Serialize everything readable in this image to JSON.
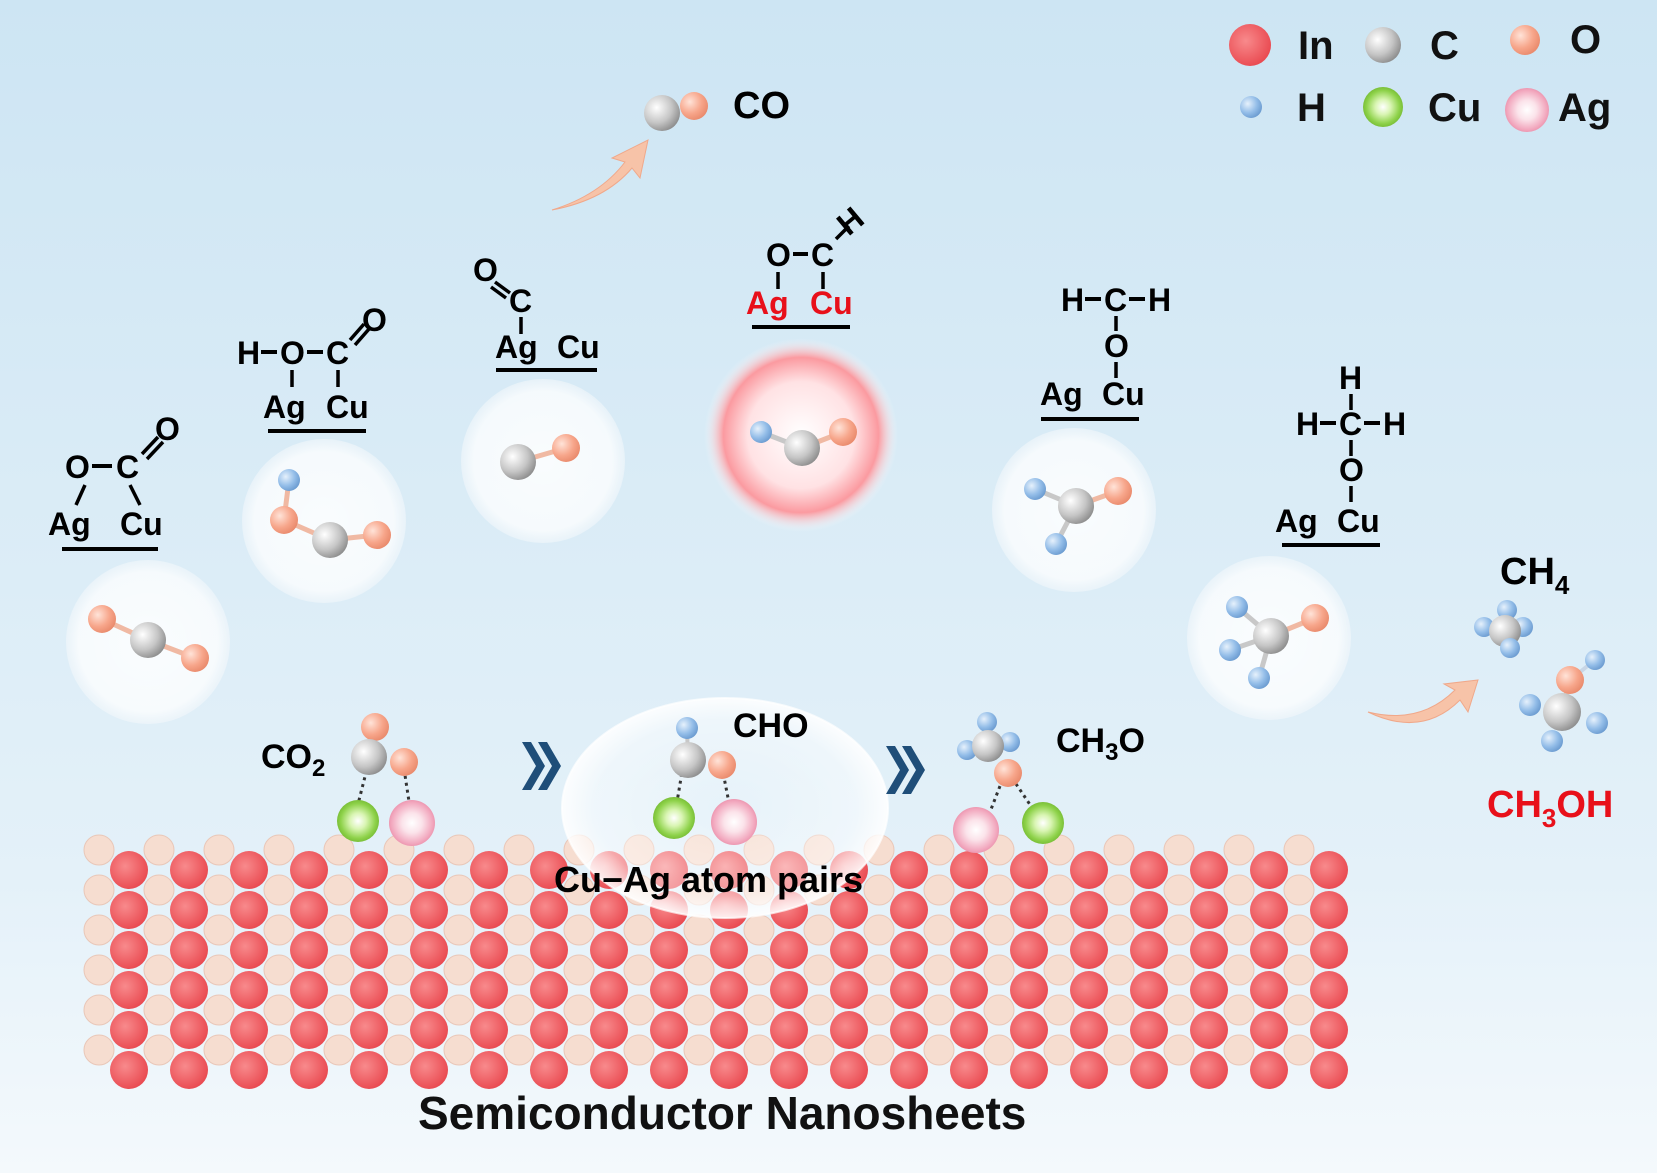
{
  "legend": [
    {
      "atom": "In",
      "label": "In",
      "color": "#ee5a5f"
    },
    {
      "atom": "C",
      "label": "C",
      "color": "#c8c8c8"
    },
    {
      "atom": "O",
      "label": "O",
      "color": "#f6a98f"
    },
    {
      "atom": "H",
      "label": "H",
      "color": "#8fb9e6"
    },
    {
      "atom": "Cu",
      "label": "Cu",
      "color": "#8fd24c"
    },
    {
      "atom": "Ag",
      "label": "Ag",
      "color": "#f4b7c8"
    }
  ],
  "products": {
    "co": "CO",
    "ch4_main": "CH",
    "ch4_sub": "4",
    "ch3oh_pre": "CH",
    "ch3oh_sub": "3",
    "ch3oh_post": "OH"
  },
  "species": {
    "co2_main": "CO",
    "co2_sub": "2",
    "cho": "CHO",
    "ch3o_pre": "CH",
    "ch3o_sub": "3",
    "ch3o_post": "O"
  },
  "sites": {
    "ag": "Ag",
    "cu": "Cu"
  },
  "atoms": {
    "o": "O",
    "c": "C",
    "h": "H"
  },
  "labels": {
    "pairs": "Cu−Ag atom pairs",
    "substrate": "Semiconductor Nanosheets"
  },
  "colors": {
    "background_top": "#cfe6f3",
    "background_bottom": "#f2f8fc",
    "in_atom": "#ee5a5f",
    "lattice_pale": "#f6ddd0",
    "highlight": "#e8101a",
    "arrow": "#f7c3a8",
    "chevron": "#1f4e79"
  }
}
